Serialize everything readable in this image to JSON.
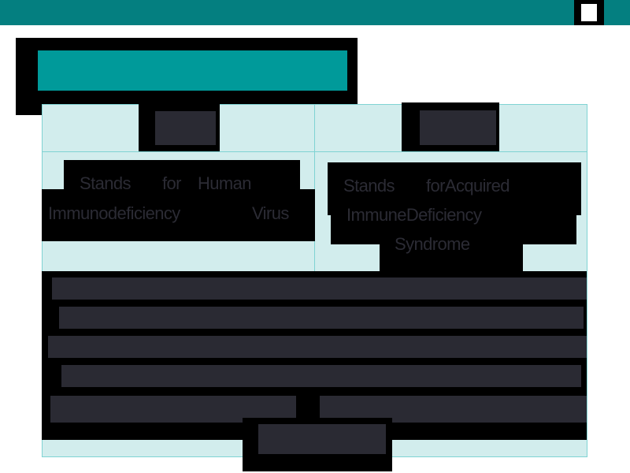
{
  "header": {
    "bar_color": "#047f80",
    "window_button_icon": "white-square-icon"
  },
  "title_bar": {
    "color": "#009a9a"
  },
  "table": {
    "left_cell": {
      "line1": {
        "w1": "Stands",
        "w2": "for",
        "w3": "Human"
      },
      "line2": {
        "w1": "Immunodeficiency",
        "w2": "Virus"
      }
    },
    "right_cell": {
      "line1": {
        "w1": "Stands",
        "w2": "forAcquired"
      },
      "line2": {
        "w1": "ImmuneDeficiency"
      },
      "line3": {
        "w1": "Syndrome"
      }
    }
  }
}
